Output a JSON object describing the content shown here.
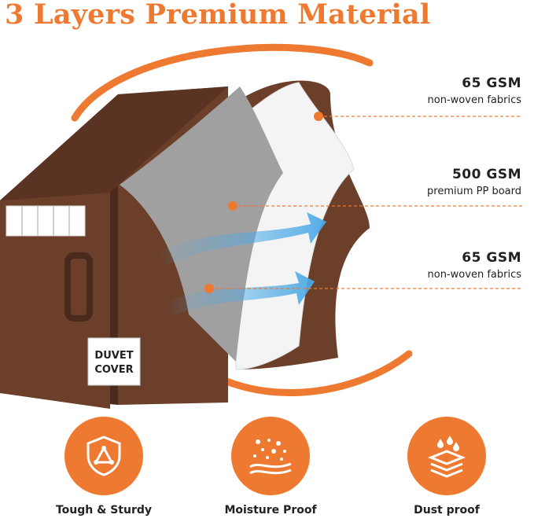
{
  "title": "3 Layers Premium Material",
  "colors": {
    "accent": "#ee7a31",
    "brown": "#6b3f2a",
    "grey": "#a0a0a0",
    "white_layer": "#f4f4f4",
    "arrow_blue": "#4ba9e6"
  },
  "layers": [
    {
      "gsm": "65 GSM",
      "material": "non-woven fabrics"
    },
    {
      "gsm": "500 GSM",
      "material": "premium PP board"
    },
    {
      "gsm": "65 GSM",
      "material": "non-woven fabrics"
    }
  ],
  "box_label": {
    "line1": "DUVET",
    "line2": "COVER"
  },
  "features": [
    {
      "label": "Tough & Sturdy",
      "icon": "triangle-shield-icon"
    },
    {
      "label": "Moisture Proof",
      "icon": "moisture-dots-icon"
    },
    {
      "label": "Dust proof",
      "icon": "layers-droplets-icon"
    }
  ]
}
